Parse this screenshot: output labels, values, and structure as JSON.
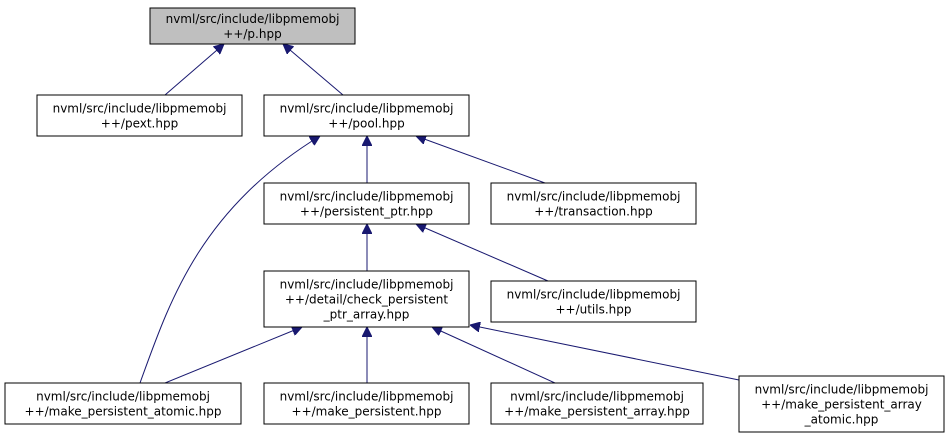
{
  "graph": {
    "nodes": [
      {
        "id": "p",
        "lines": [
          "nvml/src/include/libpmemobj",
          "++/p.hpp"
        ],
        "current": true
      },
      {
        "id": "pext",
        "lines": [
          "nvml/src/include/libpmemobj",
          "++/pext.hpp"
        ]
      },
      {
        "id": "pool",
        "lines": [
          "nvml/src/include/libpmemobj",
          "++/pool.hpp"
        ]
      },
      {
        "id": "persistent_ptr",
        "lines": [
          "nvml/src/include/libpmemobj",
          "++/persistent_ptr.hpp"
        ]
      },
      {
        "id": "transaction",
        "lines": [
          "nvml/src/include/libpmemobj",
          "++/transaction.hpp"
        ]
      },
      {
        "id": "check_array",
        "lines": [
          "nvml/src/include/libpmemobj",
          "++/detail/check_persistent",
          "_ptr_array.hpp"
        ]
      },
      {
        "id": "utils",
        "lines": [
          "nvml/src/include/libpmemobj",
          "++/utils.hpp"
        ]
      },
      {
        "id": "make_atomic",
        "lines": [
          "nvml/src/include/libpmemobj",
          "++/make_persistent_atomic.hpp"
        ]
      },
      {
        "id": "make",
        "lines": [
          "nvml/src/include/libpmemobj",
          "++/make_persistent.hpp"
        ]
      },
      {
        "id": "make_array",
        "lines": [
          "nvml/src/include/libpmemobj",
          "++/make_persistent_array.hpp"
        ]
      },
      {
        "id": "make_array_atomic",
        "lines": [
          "nvml/src/include/libpmemobj",
          "++/make_persistent_array",
          "_atomic.hpp"
        ]
      }
    ],
    "edges": [
      {
        "from": "pext",
        "to": "p"
      },
      {
        "from": "pool",
        "to": "p"
      },
      {
        "from": "persistent_ptr",
        "to": "pool"
      },
      {
        "from": "transaction",
        "to": "pool"
      },
      {
        "from": "make_atomic",
        "to": "pool"
      },
      {
        "from": "check_array",
        "to": "persistent_ptr"
      },
      {
        "from": "utils",
        "to": "persistent_ptr"
      },
      {
        "from": "make_atomic",
        "to": "check_array"
      },
      {
        "from": "make",
        "to": "check_array"
      },
      {
        "from": "make_array",
        "to": "check_array"
      },
      {
        "from": "make_array_atomic",
        "to": "check_array"
      }
    ],
    "colors": {
      "edge": "#191970",
      "current_fill": "#bfbfbf",
      "border": "#000000"
    }
  }
}
